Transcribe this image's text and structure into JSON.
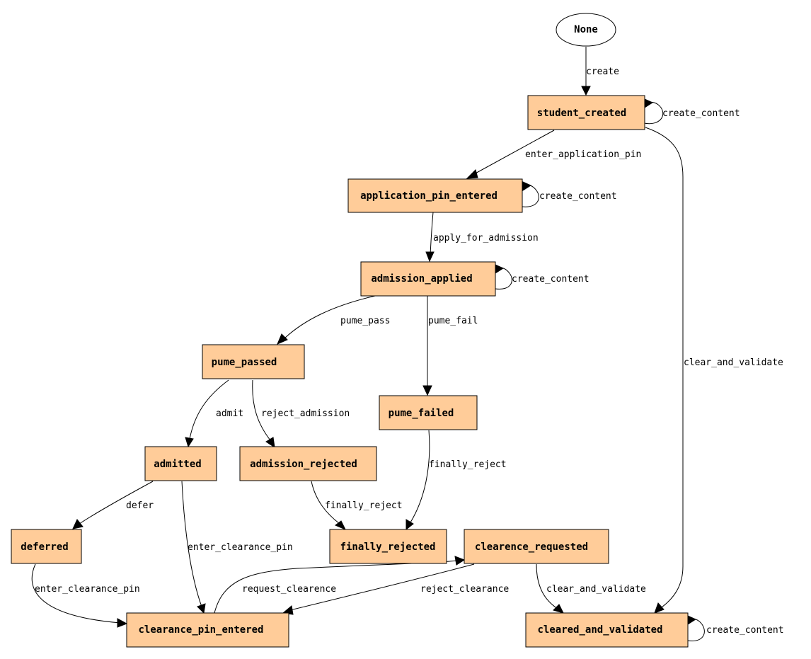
{
  "diagram": {
    "type": "state-machine",
    "colors": {
      "state_fill": "#ffcc99",
      "stroke": "#000000",
      "background": "#ffffff"
    },
    "states": {
      "none": "None",
      "student_created": "student_created",
      "application_pin_entered": "application_pin_entered",
      "admission_applied": "admission_applied",
      "pume_passed": "pume_passed",
      "pume_failed": "pume_failed",
      "admitted": "admitted",
      "admission_rejected": "admission_rejected",
      "deferred": "deferred",
      "finally_rejected": "finally_rejected",
      "clearence_requested": "clearence_requested",
      "clearance_pin_entered": "clearance_pin_entered",
      "cleared_and_validated": "cleared_and_validated"
    },
    "transitions": {
      "create": "create",
      "create_content_student_created": "create_content",
      "create_content_application_pin_entered": "create_content",
      "create_content_admission_applied": "create_content",
      "create_content_cleared_and_validated": "create_content",
      "enter_application_pin": "enter_application_pin",
      "apply_for_admission": "apply_for_admission",
      "pume_pass": "pume_pass",
      "pume_fail": "pume_fail",
      "admit": "admit",
      "reject_admission": "reject_admission",
      "finally_reject_pume_failed": "finally_reject",
      "finally_reject_admission_rejected": "finally_reject",
      "defer": "defer",
      "enter_clearance_pin_admitted": "enter_clearance_pin",
      "enter_clearance_pin_deferred": "enter_clearance_pin",
      "request_clearence": "request_clearence",
      "reject_clearance": "reject_clearance",
      "clear_and_validate_requested": "clear_and_validate",
      "clear_and_validate_student": "clear_and_validate"
    }
  }
}
